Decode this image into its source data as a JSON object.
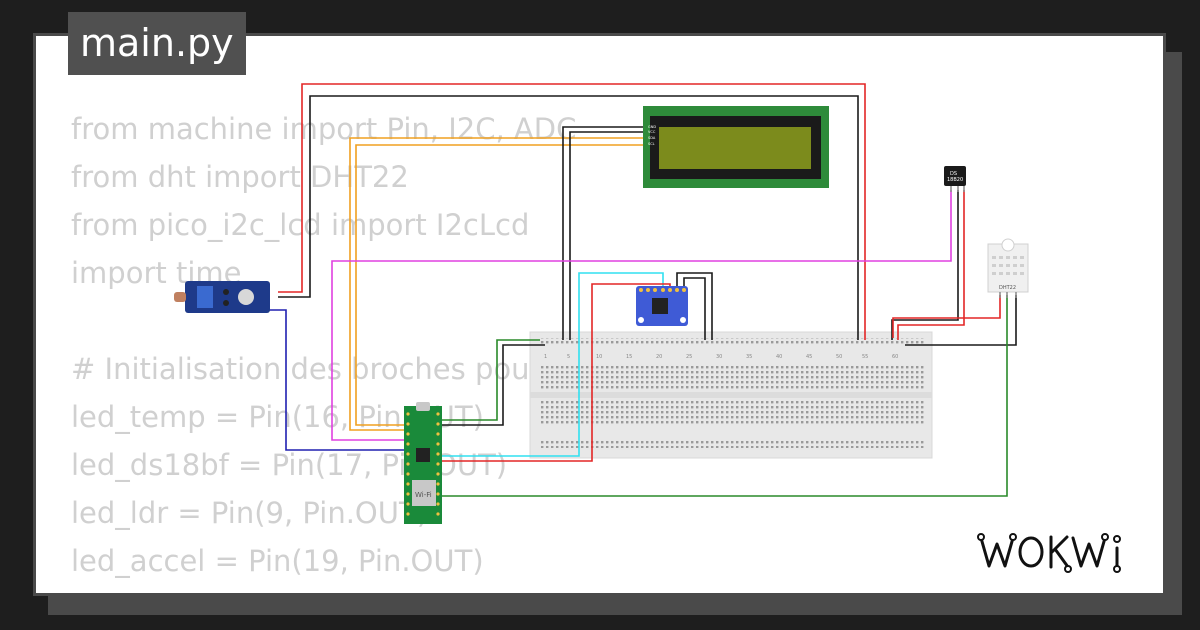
{
  "header": {
    "filename": "main.py"
  },
  "code_lines": [
    "from machine import Pin, I2C, ADC",
    "from dht import DHT22",
    "from pico_i2c_lcd import I2cLcd",
    "import time",
    "",
    "# Initialisation des broches pour",
    "led_temp = Pin(16, Pin.OUT)",
    "led_ds18bf = Pin(17, Pin.OUT)",
    "led_ldr = Pin(9, Pin.OUT)",
    "led_accel = Pin(19, Pin.OUT)"
  ],
  "components": {
    "lcd": {
      "name": "lcd-16x2",
      "pins": [
        "GND",
        "VCC",
        "SDA",
        "SCL"
      ]
    },
    "ds18b20": {
      "name": "ds18b20-sensor",
      "label": [
        "DS",
        "18B20"
      ]
    },
    "dht22": {
      "name": "dht22-sensor",
      "label": "DHT22"
    },
    "pico": {
      "name": "raspberry-pi-pico-w",
      "chip_label": "Wi-Fi"
    },
    "mpu6050": {
      "name": "accelerometer-module"
    },
    "ldr": {
      "name": "photoresistor-module"
    },
    "breadboard": {
      "name": "breadboard",
      "column_numbers": [
        "1",
        "5",
        "10",
        "15",
        "20",
        "25",
        "30",
        "35",
        "40",
        "45",
        "50",
        "55",
        "60"
      ]
    }
  },
  "wire_colors": {
    "red": "#e32626",
    "black": "#1a1a1a",
    "orange": "#f0a020",
    "magenta": "#e040e0",
    "cyan": "#30e0f0",
    "green": "#2a8a2a",
    "blue": "#2020b0"
  },
  "brand": {
    "logo_text": "WOKWi"
  }
}
